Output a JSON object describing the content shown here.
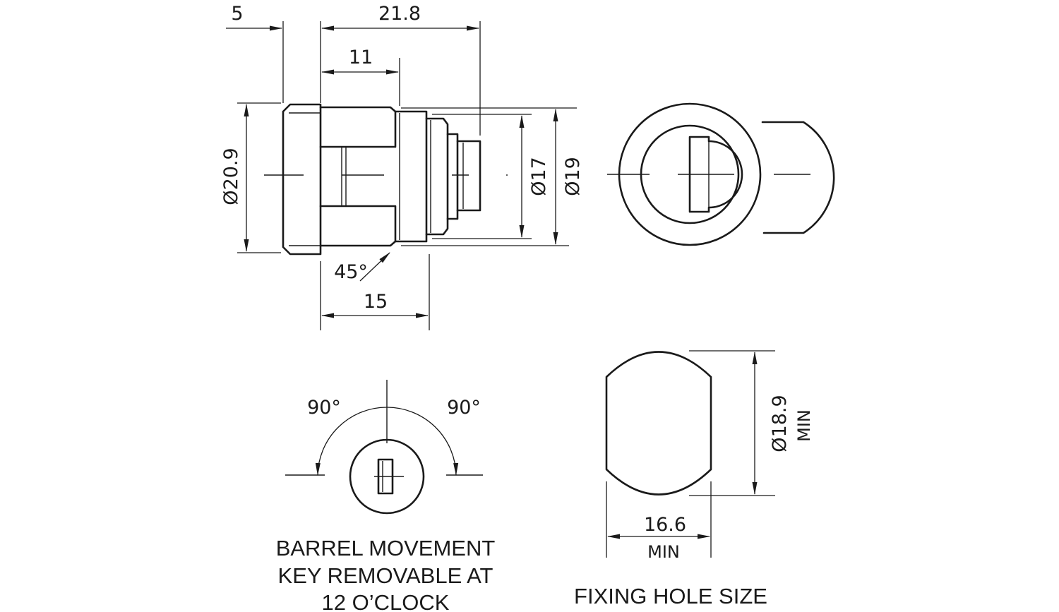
{
  "side_view": {
    "dims": {
      "flange_thickness": "5",
      "overall_length": "21.8",
      "body_length": "11",
      "flange_diameter": "Ø20.9",
      "body_diameter_17": "Ø17",
      "body_diameter_19": "Ø19",
      "chamfer_angle": "45°",
      "thread_length": "15"
    }
  },
  "barrel_movement": {
    "angle_left": "90°",
    "angle_right": "90°",
    "caption_lines": [
      "BARREL MOVEMENT",
      "KEY REMOVABLE AT",
      "12 O’CLOCK"
    ]
  },
  "fixing_hole": {
    "width": "16.6",
    "width_qualifier": "MIN",
    "height": "Ø18.9",
    "height_qualifier": "MIN",
    "caption": "FIXING HOLE SIZE"
  }
}
